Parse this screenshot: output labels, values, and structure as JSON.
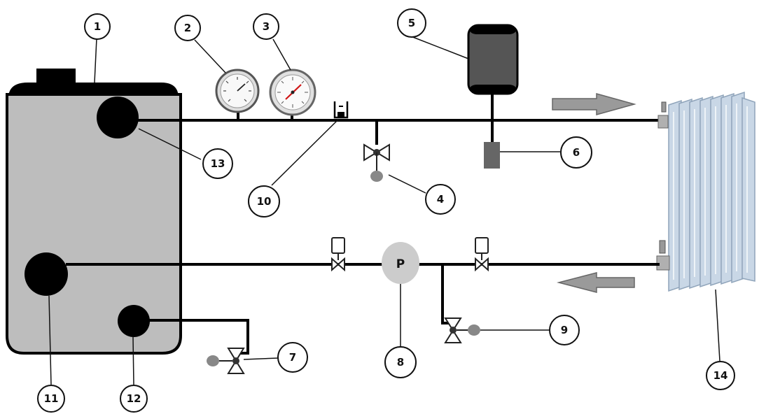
{
  "colors": {
    "boiler_fill": "#bdbdbd",
    "boiler_top": "#000000",
    "pipe": "#000000",
    "tank": "#555555",
    "pump": "#cccccc",
    "radiator": "#c9d7e6",
    "radiator_edge": "#8fa4ba",
    "arrow": "#9a9a9a",
    "knob": "#888888"
  },
  "components": {
    "pump_symbol": "P"
  },
  "labels": [
    {
      "id": "label-1",
      "text": "1"
    },
    {
      "id": "label-2",
      "text": "2"
    },
    {
      "id": "label-3",
      "text": "3"
    },
    {
      "id": "label-4",
      "text": "4"
    },
    {
      "id": "label-5",
      "text": "5"
    },
    {
      "id": "label-6",
      "text": "6"
    },
    {
      "id": "label-7",
      "text": "7"
    },
    {
      "id": "label-8",
      "text": "8"
    },
    {
      "id": "label-9",
      "text": "9"
    },
    {
      "id": "label-10",
      "text": "10"
    },
    {
      "id": "label-11",
      "text": "11"
    },
    {
      "id": "label-12",
      "text": "12"
    },
    {
      "id": "label-13",
      "text": "13"
    },
    {
      "id": "label-14",
      "text": "14"
    }
  ],
  "flow": {
    "supply_direction": "right",
    "return_direction": "left"
  }
}
